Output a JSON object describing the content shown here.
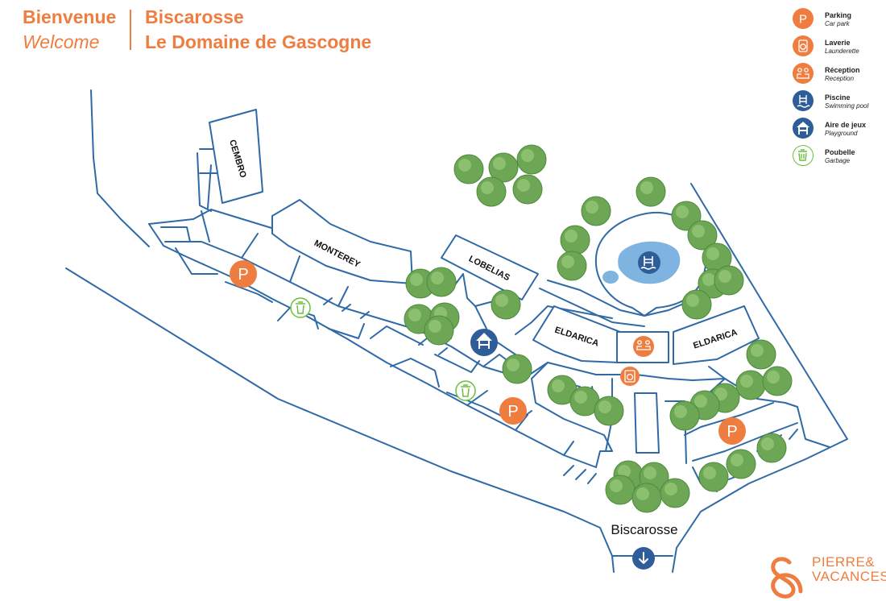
{
  "header": {
    "welcome_fr": "Bienvenue",
    "welcome_en": "Welcome",
    "place": "Biscarosse",
    "resort": "Le Domaine de Gascogne"
  },
  "colors": {
    "accent": "#ef7d40",
    "map_lines": "#2f6aa6",
    "service_blue": "#2f5d9a",
    "garbage_green": "#6cbf3c",
    "pool_water": "#7fb3e0",
    "tree": "#6da756"
  },
  "legend": [
    {
      "icon": "parking-icon",
      "title": "Parking",
      "subtitle": "Car park",
      "color": "#ef7d40"
    },
    {
      "icon": "laundry-icon",
      "title": "Laverie",
      "subtitle": "Launderette",
      "color": "#ef7d40"
    },
    {
      "icon": "reception-icon",
      "title": "Réception",
      "subtitle": "Reception",
      "color": "#ef7d40"
    },
    {
      "icon": "swimming-pool-icon",
      "title": "Piscine",
      "subtitle": "Swimming pool",
      "color": "#2f5d9a"
    },
    {
      "icon": "playground-icon",
      "title": "Aire de jeux",
      "subtitle": "Playground",
      "color": "#2f5d9a"
    },
    {
      "icon": "garbage-icon",
      "title": "Poubelle",
      "subtitle": "Garbage",
      "color": "#6cbf3c"
    }
  ],
  "buildings": {
    "cembro": "CEMBRO",
    "monterey": "MONTEREY",
    "lobelias": "LOBELIAS",
    "eldarica_left": "ELDARICA",
    "eldarica_right": "ELDARICA"
  },
  "map_markers": {
    "parking_symbol": "P"
  },
  "exit": {
    "label": "Biscarosse",
    "icon": "arrow-down-icon"
  },
  "brand": {
    "line1": "PIERRE&",
    "line2": "VACANCES"
  }
}
